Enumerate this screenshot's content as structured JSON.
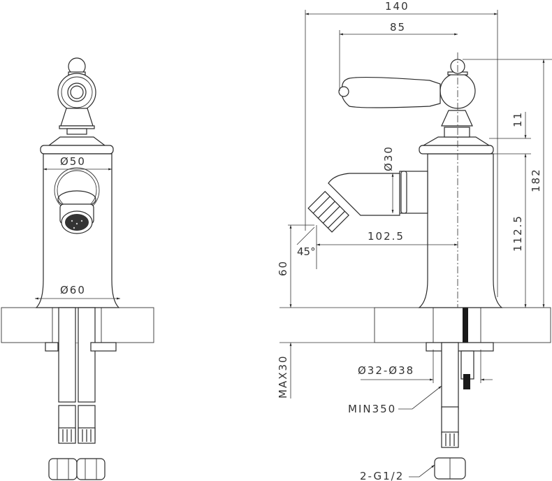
{
  "diagram": {
    "type": "technical-drawing",
    "subject": "bidet mixer faucet",
    "views": [
      {
        "name": "front-view",
        "dimensions": {
          "body_top_diameter": "Ø 50",
          "body_base_diameter": "Ø 60"
        }
      },
      {
        "name": "side-view",
        "dimensions": {
          "overall_width": "140",
          "handle_reach": "85",
          "outlet_diameter": "Ø 30",
          "spout_reach": "102.5",
          "spout_angle": "45°",
          "spout_height": "60",
          "collar_height": "11",
          "body_height": "112.5",
          "overall_height": "182",
          "max_deck_thickness": "MAX30",
          "hole_diameter": "Ø 32-Ø 38",
          "hose_length": "MIN350",
          "connection_thread": "2-G1/2"
        }
      }
    ]
  },
  "labels": {
    "d50": "Ø50",
    "d60": "Ø60",
    "w140": "140",
    "w85": "85",
    "d30": "Ø30",
    "r1025": "102.5",
    "a45": "45°",
    "h60": "60",
    "h11": "11",
    "h1125": "112.5",
    "h182": "182",
    "max30": "MAX30",
    "d3238": "Ø32-Ø38",
    "min350": "MIN350",
    "g12": "2-G1/2"
  }
}
